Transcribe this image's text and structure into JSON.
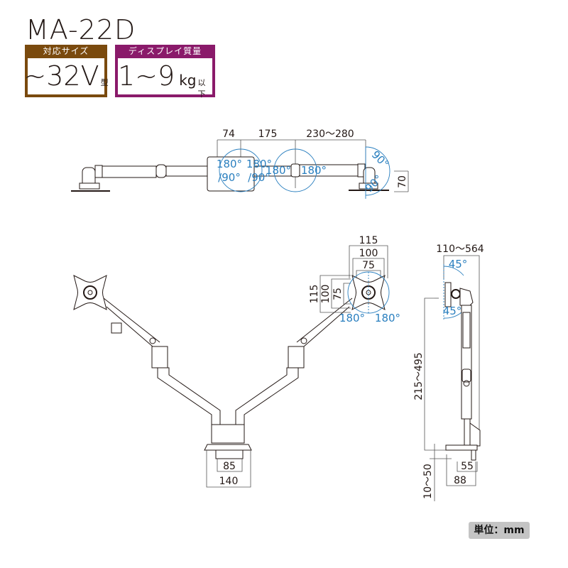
{
  "title": "MA-22D",
  "specs": {
    "size": {
      "header": "対応サイズ",
      "value": "~32V",
      "suffix": "型"
    },
    "weight": {
      "header": "ディスプレイ質量",
      "value": "1~9",
      "unit": "kg",
      "suffix": "以下"
    }
  },
  "top_view": {
    "dims": [
      "74",
      "175",
      "230〜280",
      "70"
    ],
    "angles": [
      "180°",
      "180°",
      "/90°",
      "/90°",
      "180°",
      "180°",
      "90°",
      "90°"
    ]
  },
  "front_view": {
    "vesa_horizontal": [
      "115",
      "100",
      "75"
    ],
    "vesa_vertical": [
      "115",
      "100",
      "75"
    ],
    "angles": [
      "180°",
      "180°"
    ],
    "base_dims": [
      "85",
      "140"
    ]
  },
  "side_view": {
    "reach": "110〜564",
    "tilt_angles": [
      "45°",
      "45°"
    ],
    "height": "215〜495",
    "clamp_thickness": "10〜50",
    "base_dims": [
      "55",
      "88"
    ]
  },
  "unit_label": "単位：mm",
  "colors": {
    "size_box": "#7a4a0e",
    "weight_box": "#8a1a6a",
    "angle_lines": "#2a7fbf",
    "unit_badge": "#c4c4c4"
  }
}
